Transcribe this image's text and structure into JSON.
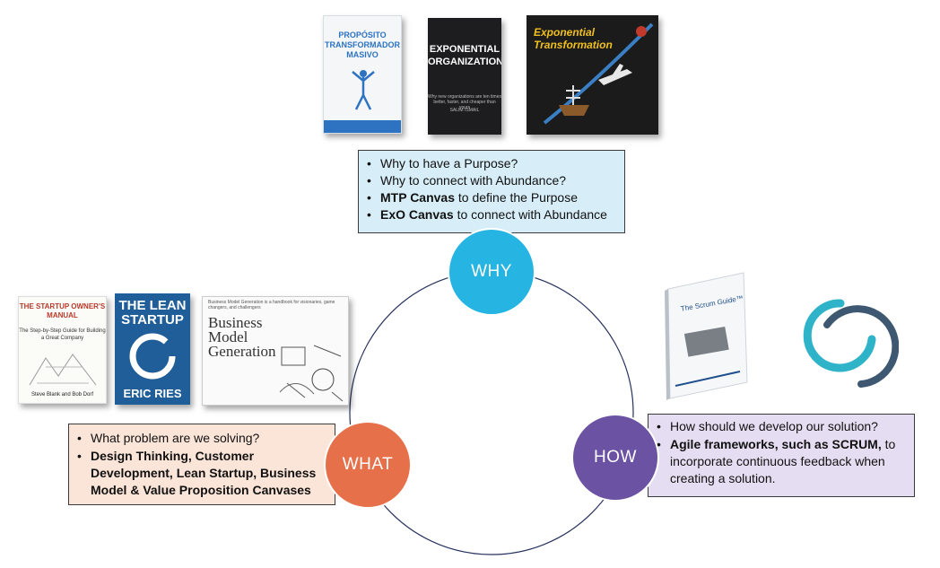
{
  "colors": {
    "why": "#26b4e3",
    "what": "#e67049",
    "how": "#6b52a3",
    "why_box_bg": "#d7eef8",
    "what_box_bg": "#fbe5d8",
    "how_box_bg": "#e5ddf1",
    "ring": "#26315f"
  },
  "nodes": {
    "why": "WHY",
    "what": "WHAT",
    "how": "HOW"
  },
  "why_box": {
    "items": [
      {
        "bold": "",
        "text": "Why to have a Purpose?"
      },
      {
        "bold": "",
        "text": "Why to connect with Abundance?"
      },
      {
        "bold": "MTP Canvas",
        "text": " to define the Purpose"
      },
      {
        "bold": "ExO Canvas",
        "text": " to connect with Abundance"
      }
    ]
  },
  "what_box": {
    "items": [
      {
        "bold": "",
        "text": "What problem are we solving?"
      },
      {
        "bold": "Design Thinking, Customer Development, Lean Startup, Business Model & Value Proposition Canvases",
        "text": ""
      }
    ]
  },
  "how_box": {
    "items": [
      {
        "bold": "",
        "text": "How should we develop our solution?"
      },
      {
        "bold": "Agile frameworks, such as SCRUM,",
        "text": " to incorporate continuous feedback when creating a solution."
      }
    ]
  },
  "books": {
    "mtp": {
      "title": "PROPÓSITO TRANSFORMADOR MASIVO"
    },
    "exo": {
      "title": "EXPONENTIAL ORGANIZATIONS",
      "tagline": "Why new organizations are ten times better, faster, and cheaper than yours",
      "author": "SALIM ISMAIL"
    },
    "ext": {
      "title": "Exponential Transformation"
    },
    "som": {
      "title": "THE STARTUP OWNER'S MANUAL",
      "subtitle": "The Step-by-Step Guide for Building a Great Company",
      "authors": "Steve Blank and Bob Dorf"
    },
    "lean": {
      "title": "THE LEAN STARTUP",
      "author": "ERIC RIES"
    },
    "bmg": {
      "blurb": "Business Model Generation is a handbook for visionaries, game changers, and challengers",
      "title": "Business Model Generation"
    },
    "scrum": {
      "title": "The Scrum Guide™"
    }
  }
}
